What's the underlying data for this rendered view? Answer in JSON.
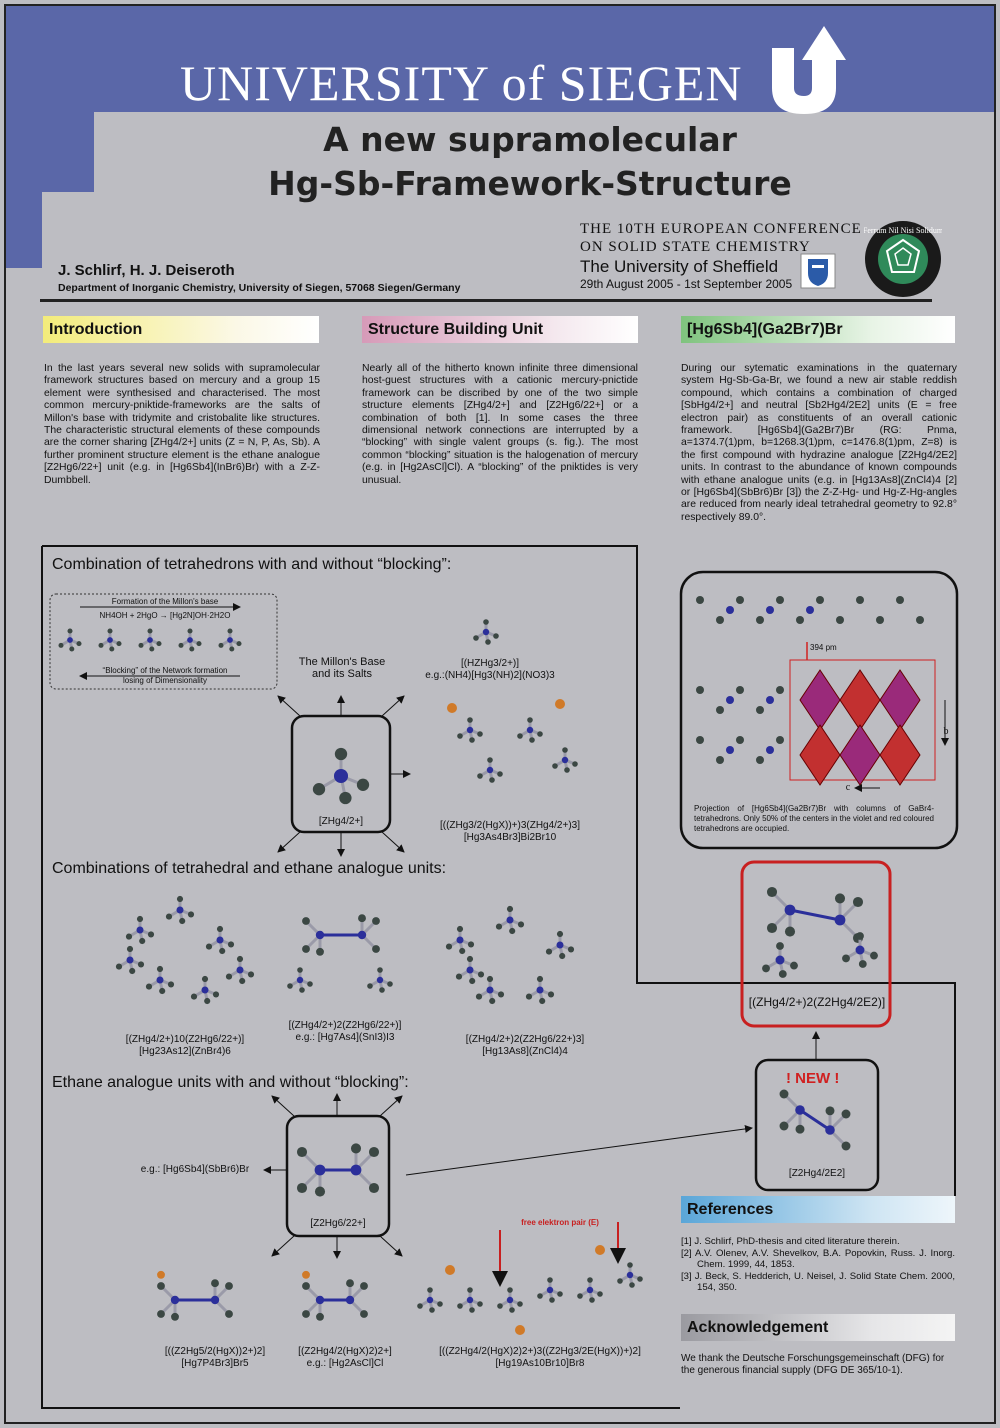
{
  "header": {
    "university": "UNIVERSITY of SIEGEN",
    "title_line1": "A new supramolecular",
    "title_line2": "Hg-Sb-Framework-Structure",
    "authors": "J. Schlirf, H. J. Deiseroth",
    "department": "Department of Inorganic Chemistry, University of Siegen, 57068 Siegen/Germany"
  },
  "conference": {
    "line1": "THE 10TH EUROPEAN CONFERENCE",
    "line2": "ON SOLID STATE CHEMISTRY",
    "host": "The University of Sheffield",
    "dates": "29th August 2005 - 1st September 2005",
    "seal_text": "Ferrum Nil Nisi Solidum"
  },
  "sections": {
    "introduction": {
      "heading": "Introduction",
      "text": "In the last years several new solids with supramolecular framework structures based on mercury and a group 15 element were synthesised and characterised. The most common mercury-pniktide-frameworks are the salts of Millon's base with tridymite and cristobalite like structures. The characteristic structural elements of these compounds are the corner sharing [ZHg4/2+] units (Z = N, P, As, Sb). A further prominent structure element is the ethane analogue [Z2Hg6/22+] unit (e.g. in [Hg6Sb4](InBr6)Br) with a Z-Z-Dumbbell."
    },
    "structure_building_unit": {
      "heading": "Structure Building Unit",
      "text": "Nearly all of the hitherto known infinite three dimensional host-guest structures with a cationic mercury-pnictide framework can be discribed by one of the two simple structure elements [ZHg4/2+] and [Z2Hg6/22+] or a combination of both [1]. In some cases the three dimensional network connections are interrupted by a “blocking” with single valent groups (s. fig.). The most common “blocking” situation is the halogenation of mercury (e.g. in [Hg2AsCl]Cl). A “blocking” of the pniktides is very unusual."
    },
    "compound": {
      "heading": "[Hg6Sb4](Ga2Br7)Br",
      "text": "During our sytematic examinations in the quaternary system Hg-Sb-Ga-Br, we found a new air stable reddish compound, which contains a combination of charged [SbHg4/2+] and neutral [Sb2Hg4/2E2] units (E = free electron pair) as constituents of an overall cationic framework. [Hg6Sb4](Ga2Br7)Br (RG: Pnma, a=1374.7(1)pm, b=1268.3(1)pm, c=1476.8(1)pm, Z=8) is the first compound with hydrazine analogue [Z2Hg4/2E2] units. In contrast to the abundance of known compounds with ethane analogue units (e.g. in [Hg13As8](ZnCl4)4 [2] or [Hg6Sb4](SbBr6)Br [3]) the Z-Z-Hg- und Hg-Z-Hg-angles are reduced from nearly ideal tetrahedral geometry to 92.8° respectively 89.0°.",
      "figure_label_distance": "394 pm",
      "axis_b": "b",
      "axis_c": "c",
      "caption": "Projection of [Hg6Sb4](Ga2Br7)Br with columns of GaBr4-tetrahedrons. Only 50% of the centers in the violet and red coloured tetrahedrons are occupied."
    },
    "references": {
      "heading": "References",
      "items": [
        "[1] J. Schlirf, PhD-thesis and cited literature therein.",
        "[2] A.V. Olenev, A.V. Shevelkov, B.A. Popovkin, Russ. J. Inorg. Chem. 1999, 44, 1853.",
        "[3] J. Beck, S. Hedderich, U. Neisel, J. Solid State Chem. 2000, 154, 350."
      ]
    },
    "acknowledgement": {
      "heading": "Acknowledgement",
      "text": "We thank the Deutsche Forschungsgemeinschaft (DFG) for the generous financial supply (DFG DE 365/10-1)."
    }
  },
  "figure": {
    "heading1": "Combination of tetrahedrons  with and without “blocking”:",
    "heading2": "Combinations of tetrahedral and ethane analogue units:",
    "heading3": "Ethane analogue units with and without “blocking”:",
    "millon_formation": "Formation of the Millon's base",
    "millon_reaction": "NH4OH + 2HgO → [Hg2N]OH·2H2O",
    "millon_blocking_1": "“Blocking” of the Network formation",
    "millon_blocking_2": "losing of Dimensionality",
    "millons_base_1": "The Millon's Base",
    "millons_base_2": "and its Salts",
    "hzhg_1": "[(HZHg3/2+)]",
    "hzhg_2": "e.g.:(NH4)[Hg3(NH)2](NO3)3",
    "zhg42": "[ZHg4/2+]",
    "blocked_tetra_1": "[((ZHg3/2(HgX))+)3(ZHg4/2+)3]",
    "blocked_tetra_2": "[Hg3As4Br3]Bi2Br10",
    "combo1_1": "[(ZHg4/2+)10(Z2Hg6/22+)]",
    "combo1_2": "[Hg23As12](ZnBr4)6",
    "combo2_1": "[(ZHg4/2+)2(Z2Hg6/22+)]",
    "combo2_2": "e.g.: [Hg7As4](SnI3)I3",
    "combo3_1": "[(ZHg4/2+)2(Z2Hg6/22+)3]",
    "combo3_2": "[Hg13As8](ZnCl4)4",
    "new_unit": "[(ZHg4/2+)2(Z2Hg4/2E2)]",
    "new_label": "! NEW !",
    "hydrazine_unit": "[Z2Hg4/2E2]",
    "ethane_example": "e.g.: [Hg6Sb4](SbBr6)Br",
    "ethane_unit": "[Z2Hg6/22+]",
    "eth1_1": "[((Z2Hg5/2(HgX))2+)2]",
    "eth1_2": "[Hg7P4Br3]Br5",
    "eth2_1": "[(Z2Hg4/2(HgX)2)2+]",
    "eth2_2": "e.g.: [Hg2AsCl]Cl",
    "free_pair": "free elektron pair (E)",
    "eth3_1": "[((Z2Hg4/2(HgX)2)2+)3((Z2Hg3/2E(HgX))+)2]",
    "eth3_2": "[Hg19As10Br10]Br8"
  },
  "colors": {
    "banner": "#5a67a8",
    "background": "#bdbdc2",
    "hg_atom": "#3b4743",
    "pnictide_atom": "#2b2f9a",
    "halogen_atom": "#d07a28",
    "accent_red": "#d02020"
  }
}
